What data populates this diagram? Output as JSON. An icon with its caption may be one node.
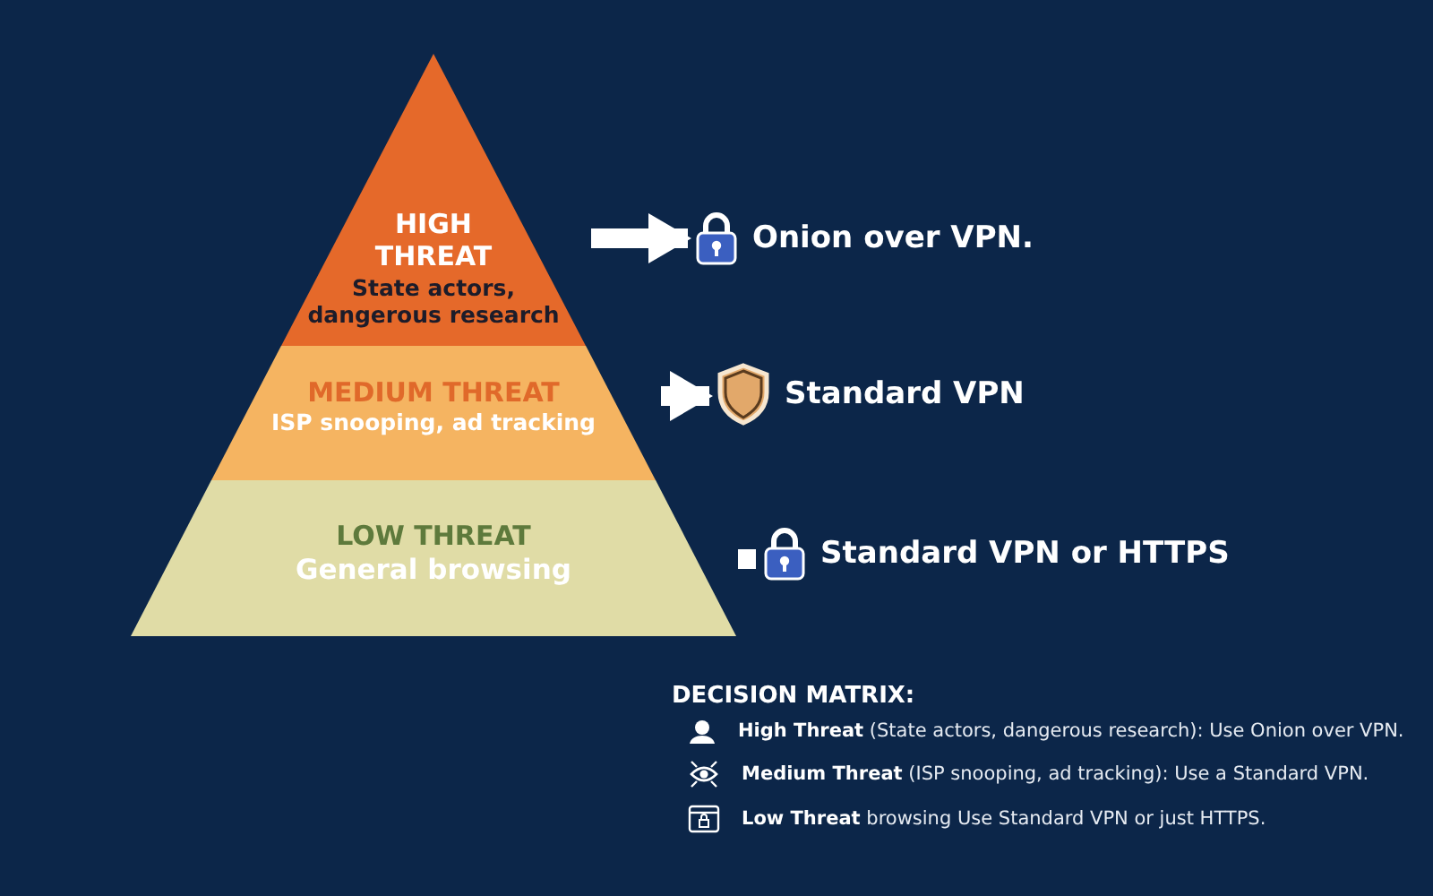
{
  "diagram": {
    "nodes": [
      {
        "text": [
          "HIGH THREAT",
          "State actors, dangerous research"
        ]
      },
      {
        "text": [
          "MEDIUM THREAT",
          "ISP snooping, ad tracking"
        ]
      },
      {
        "text": [
          "LOW THREAT",
          "General browsing"
        ]
      },
      {
        "text": [
          "Onion over VPN."
        ]
      },
      {
        "text": [
          "Standard VPN"
        ]
      },
      {
        "text": [
          "Standard VPN or HTTPS"
        ]
      }
    ],
    "edges": [
      {
        "from": 0,
        "to": 3,
        "arrow": "to"
      },
      {
        "from": 1,
        "to": 4,
        "arrow": "to"
      },
      {
        "from": 2,
        "to": 5,
        "arrow": "none"
      }
    ],
    "labels": [
      "DECISION MATRIX:",
      "**High Threat** (State actors, dangerous research): Use Onion over VPN.",
      "**Medium Threat** (ISP snooping, ad tracking): Use a Standard VPN.",
      "**Low Threat** browsing Use Standard VPN or just HTTPS."
    ]
  }
}
